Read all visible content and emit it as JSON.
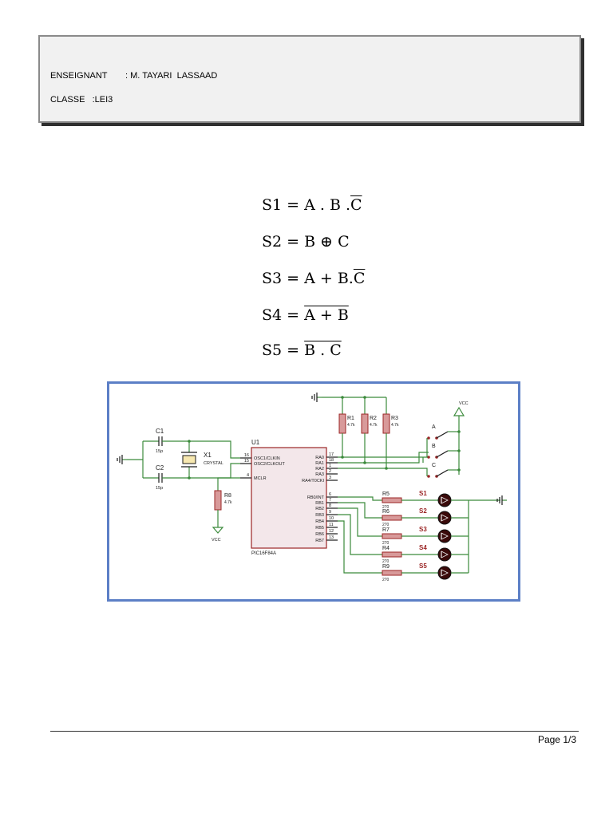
{
  "header": {
    "teacher_label": "ENSEIGNANT",
    "teacher_value": ": M. TAYARI  LASSAAD",
    "class_label": "CLASSE",
    "class_value": ":LEI3"
  },
  "equations": [
    {
      "lhs": "S1",
      "eq": " = ",
      "parts": [
        {
          "t": "A . B .",
          "bar": false
        },
        {
          "t": "C",
          "bar": true
        }
      ]
    },
    {
      "lhs": "S2",
      "eq": " = ",
      "parts": [
        {
          "t": "B ⊕ C",
          "bar": false
        }
      ]
    },
    {
      "lhs": "S3",
      "eq": " = ",
      "parts": [
        {
          "t": "A + B.",
          "bar": false
        },
        {
          "t": "C",
          "bar": true
        }
      ]
    },
    {
      "lhs": "S4",
      "eq": " = ",
      "parts": [
        {
          "t": "A + B",
          "bar": true
        }
      ]
    },
    {
      "lhs": "S5",
      "eq": " = ",
      "parts": [
        {
          "t": "B . C",
          "bar": true
        }
      ]
    }
  ],
  "circuit": {
    "chip_ref": "U1",
    "chip_part": "PIC16F84A",
    "chip_left_pins": [
      {
        "num": "16",
        "name": "OSC1/CLKIN"
      },
      {
        "num": "15",
        "name": "OSC2/CLKOUT"
      },
      {
        "num": "4",
        "name": "MCLR"
      }
    ],
    "chip_right_pins": [
      {
        "num": "17",
        "name": "RA0"
      },
      {
        "num": "18",
        "name": "RA1"
      },
      {
        "num": "1",
        "name": "RA2"
      },
      {
        "num": "2",
        "name": "RA3"
      },
      {
        "num": "3",
        "name": "RA4/T0CKI"
      },
      {
        "num": "6",
        "name": "RB0/INT"
      },
      {
        "num": "7",
        "name": "RB1"
      },
      {
        "num": "8",
        "name": "RB2"
      },
      {
        "num": "9",
        "name": "RB3"
      },
      {
        "num": "10",
        "name": "RB4"
      },
      {
        "num": "11",
        "name": "RB5"
      },
      {
        "num": "12",
        "name": "RB6"
      },
      {
        "num": "13",
        "name": "RB7"
      }
    ],
    "c1": {
      "ref": "C1",
      "value": "15p"
    },
    "c2": {
      "ref": "C2",
      "value": "15p"
    },
    "crystal": {
      "ref": "X1",
      "value": "CRYSTAL"
    },
    "r8": {
      "ref": "R8",
      "value": "4.7k"
    },
    "pullups": [
      {
        "ref": "R1",
        "value": "4.7k"
      },
      {
        "ref": "R2",
        "value": "4.7k"
      },
      {
        "ref": "R3",
        "value": "4.7k"
      }
    ],
    "vcc_label": "VCC",
    "switches": [
      "A",
      "B",
      "C"
    ],
    "outputs": [
      {
        "res": "R5",
        "val": "270",
        "led": "S1"
      },
      {
        "res": "R6",
        "val": "270",
        "led": "S2"
      },
      {
        "res": "R7",
        "val": "270",
        "led": "S3"
      },
      {
        "res": "R4",
        "val": "270",
        "led": "S4"
      },
      {
        "res": "R9",
        "val": "270",
        "led": "S5"
      }
    ]
  },
  "footer": {
    "page": "Page 1/3"
  }
}
